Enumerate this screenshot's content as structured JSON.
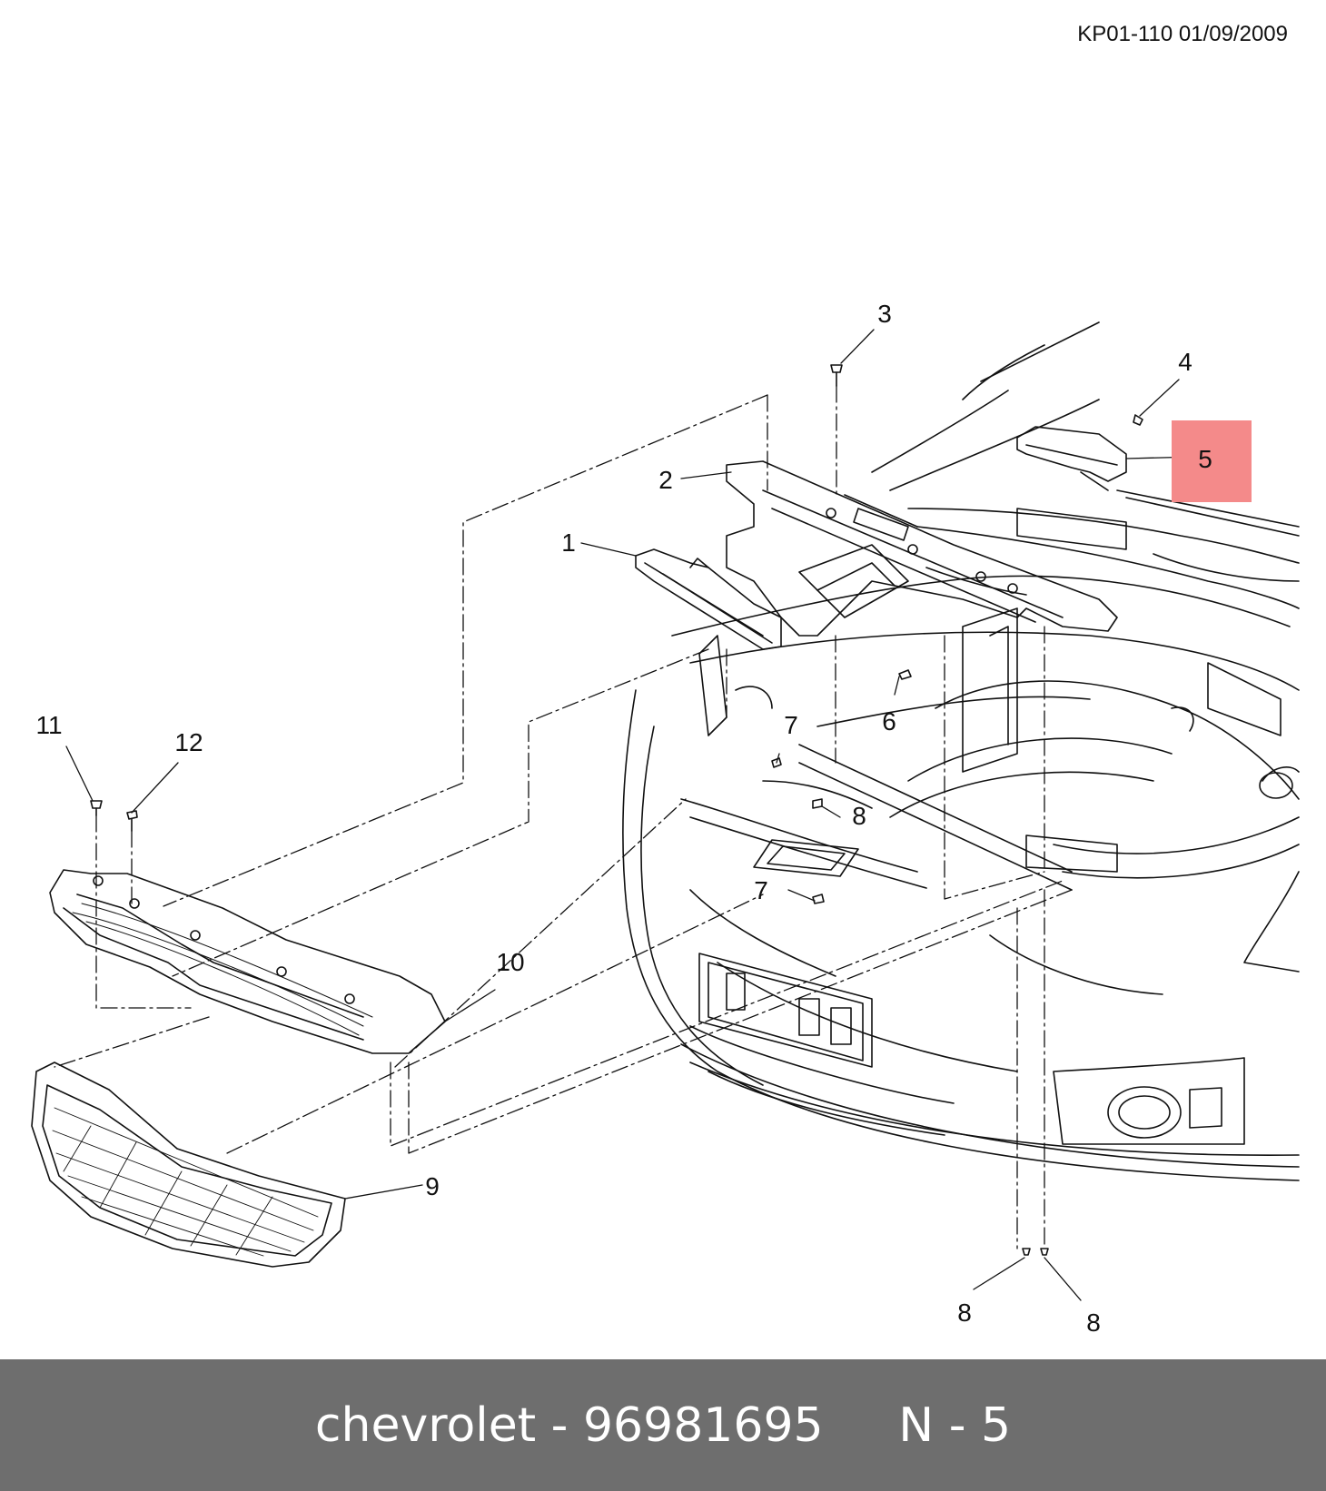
{
  "document_ref": "KP01-110 01/09/2009",
  "callouts": [
    {
      "id": "1",
      "label": "1"
    },
    {
      "id": "2",
      "label": "2"
    },
    {
      "id": "3",
      "label": "3"
    },
    {
      "id": "4",
      "label": "4"
    },
    {
      "id": "5",
      "label": "5",
      "highlighted": true
    },
    {
      "id": "6",
      "label": "6"
    },
    {
      "id": "7a",
      "label": "7"
    },
    {
      "id": "7b",
      "label": "7"
    },
    {
      "id": "8a",
      "label": "8"
    },
    {
      "id": "8b",
      "label": "8"
    },
    {
      "id": "8c",
      "label": "8"
    },
    {
      "id": "9",
      "label": "9"
    },
    {
      "id": "10",
      "label": "10"
    },
    {
      "id": "11",
      "label": "11"
    },
    {
      "id": "12",
      "label": "12"
    }
  ],
  "highlight_color": "#f48a8a",
  "footer": {
    "brand": "chevrolet",
    "separator": "-",
    "part_number": "96981695",
    "code": "N - 5"
  },
  "colors": {
    "footer_bg": "#6e6e6e",
    "footer_text": "#ffffff",
    "line": "#111111"
  }
}
